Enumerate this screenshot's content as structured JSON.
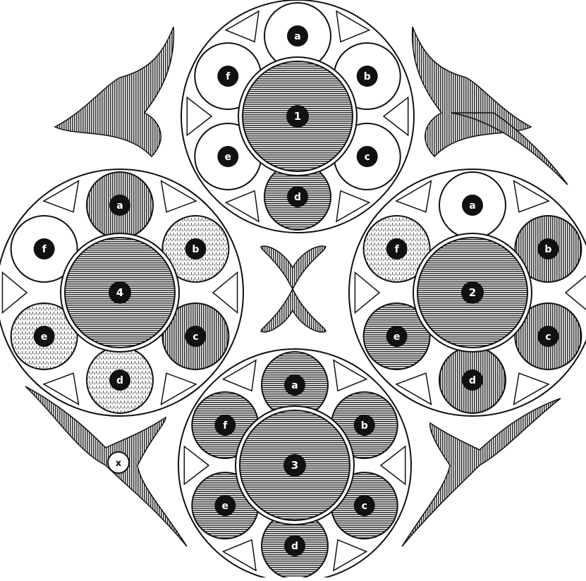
{
  "colors": {
    "ink": "#111111",
    "paper": "#ffffff",
    "hatch": "#333333"
  },
  "clusters": [
    {
      "label": "1",
      "center_fill": "hatch-h",
      "satellites": [
        {
          "label": "a",
          "fill": "white"
        },
        {
          "label": "b",
          "fill": "white"
        },
        {
          "label": "c",
          "fill": "white"
        },
        {
          "label": "d",
          "fill": "hatch-h"
        },
        {
          "label": "e",
          "fill": "white"
        },
        {
          "label": "f",
          "fill": "white"
        }
      ]
    },
    {
      "label": "2",
      "center_fill": "hatch-h",
      "satellites": [
        {
          "label": "a",
          "fill": "white"
        },
        {
          "label": "b",
          "fill": "hatch-v"
        },
        {
          "label": "c",
          "fill": "hatch-v"
        },
        {
          "label": "d",
          "fill": "hatch-v"
        },
        {
          "label": "e",
          "fill": "hatch-h"
        },
        {
          "label": "f",
          "fill": "dots"
        }
      ]
    },
    {
      "label": "3",
      "center_fill": "hatch-h",
      "satellites": [
        {
          "label": "a",
          "fill": "hatch-h"
        },
        {
          "label": "b",
          "fill": "hatch-h"
        },
        {
          "label": "c",
          "fill": "hatch-h"
        },
        {
          "label": "d",
          "fill": "hatch-h"
        },
        {
          "label": "e",
          "fill": "hatch-h"
        },
        {
          "label": "f",
          "fill": "hatch-h"
        }
      ]
    },
    {
      "label": "4",
      "center_fill": "hatch-h",
      "satellites": [
        {
          "label": "a",
          "fill": "hatch-v"
        },
        {
          "label": "b",
          "fill": "dots"
        },
        {
          "label": "c",
          "fill": "hatch-v"
        },
        {
          "label": "d",
          "fill": "dots"
        },
        {
          "label": "e",
          "fill": "dots"
        },
        {
          "label": "f",
          "fill": "white"
        }
      ]
    }
  ],
  "marker_label": "x"
}
